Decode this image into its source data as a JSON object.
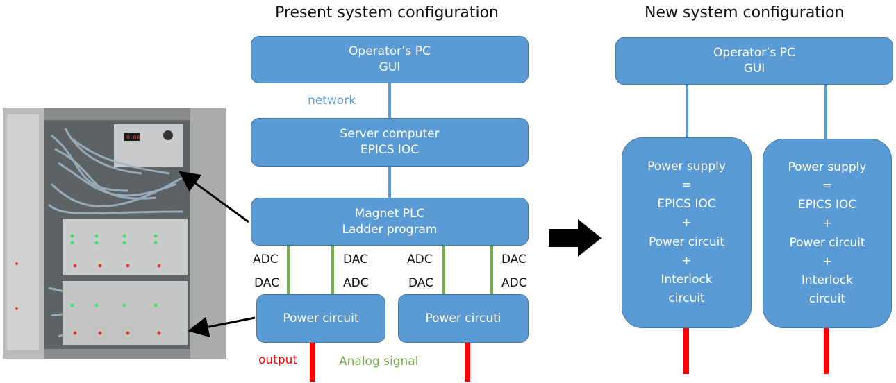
{
  "titles": {
    "present": "Present system configuration",
    "new": "New system configuration"
  },
  "present": {
    "operator": {
      "line1": "Operator’s PC",
      "line2": "GUI"
    },
    "network_label": "network",
    "server": {
      "line1": "Server computer",
      "line2": "EPICS IOC"
    },
    "plc": {
      "line1": "Magnet PLC",
      "line2": "Ladder program"
    },
    "signals": [
      {
        "top": "ADC",
        "bottom": "DAC"
      },
      {
        "top": "DAC",
        "bottom": "ADC"
      },
      {
        "top": "ADC",
        "bottom": "DAC"
      },
      {
        "top": "DAC",
        "bottom": "ADC"
      }
    ],
    "power_left": "Power circuit",
    "power_right": "Power circuti",
    "output_label": "output",
    "analog_label": "Analog signal"
  },
  "new": {
    "operator": {
      "line1": "Operator’s PC",
      "line2": "GUI"
    },
    "supply_lines": [
      "Power supply",
      "=",
      "EPICS IOC",
      "+",
      "Power circuit",
      "+",
      "Interlock",
      "circuit"
    ]
  },
  "colors": {
    "box": "#5b9bd5",
    "network": "#5b9bd5",
    "analog": "#70ad47",
    "output": "#ff0000"
  }
}
